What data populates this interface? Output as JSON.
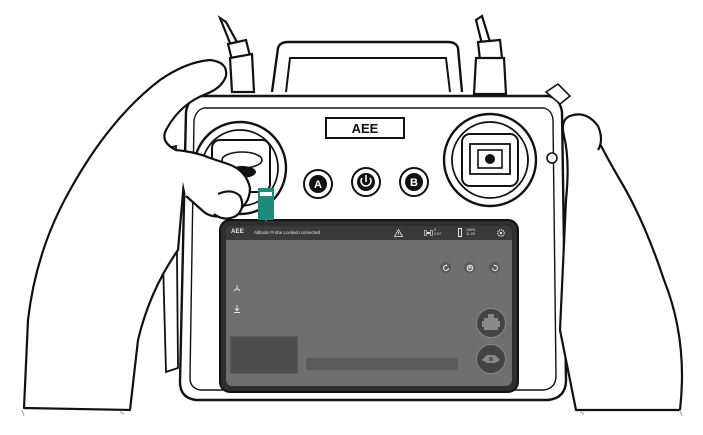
{
  "controller": {
    "logo_text": "AEE",
    "button_a": "A",
    "button_b": "B",
    "button_power_icon": "power-icon"
  },
  "screen": {
    "brand": "AEE",
    "status_message": "Altitude Probe Locked connected",
    "satellite_count": "0",
    "satellite_sub": "0.07",
    "battery_percent": "100%",
    "battery_sub": "11.2V",
    "icons": {
      "warning": "warning-icon",
      "satellite": "satellite-icon",
      "battery": "battery-icon",
      "settings": "gear-icon",
      "refresh": "refresh-icon",
      "return_home": "return-home-icon",
      "rotate": "rotate-icon",
      "takeoff": "takeoff-icon",
      "landing": "landing-icon",
      "camera_view": "camera-view-icon",
      "map_view": "map-view-icon"
    }
  }
}
